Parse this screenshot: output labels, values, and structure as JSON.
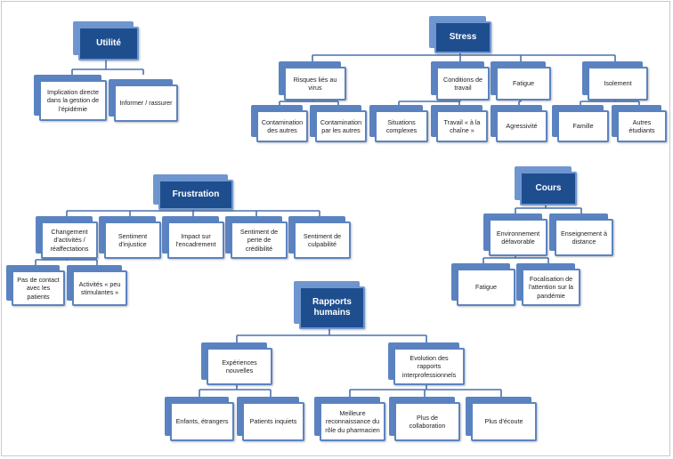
{
  "diagram": {
    "utilite": {
      "title": "Utilité",
      "children": [
        "Implication directe dans la gestion de l'épidémie",
        "Informer / rassurer"
      ]
    },
    "stress": {
      "title": "Stress",
      "groups": [
        {
          "label": "Risques liés au virus",
          "children": [
            "Contamination des autres",
            "Contamination par les autres"
          ]
        },
        {
          "label": "Conditions de travail",
          "children": [
            "Situations complexes",
            "Travail « à la chaîne »"
          ]
        },
        {
          "label": "Fatigue",
          "children": [
            "Agressivité"
          ]
        },
        {
          "label": "Isolement",
          "children": [
            "Famille",
            "Autres étudiants"
          ]
        }
      ]
    },
    "frustration": {
      "title": "Frustration",
      "groups": [
        {
          "label": "Changement d'activités / réaffectations",
          "children": [
            "Pas de contact avec les patients",
            "Activités « peu stimulantes »"
          ]
        },
        {
          "label": "Sentiment d'injustice",
          "children": []
        },
        {
          "label": "Impact sur l'encadrement",
          "children": []
        },
        {
          "label": "Sentiment de perte de crédibilité",
          "children": []
        },
        {
          "label": "Sentiment de culpabilité",
          "children": []
        }
      ]
    },
    "cours": {
      "title": "Cours",
      "groups": [
        {
          "label": "Environnement défavorable",
          "children": [
            "Fatigue",
            "Focalisation de l'attention sur la pandémie"
          ]
        },
        {
          "label": "Enseignement à distance",
          "children": []
        }
      ]
    },
    "rapports": {
      "title": "Rapports humains",
      "groups": [
        {
          "label": "Expériences nouvelles",
          "children": [
            "Enfants, étrangers",
            "Patients inquiets"
          ]
        },
        {
          "label": "Evolution des rapports interprofessionnels",
          "children": [
            "Meilleure reconnaissance du rôle du pharmacien",
            "Plus de collaboration",
            "Plus d'écoute"
          ]
        }
      ]
    }
  }
}
